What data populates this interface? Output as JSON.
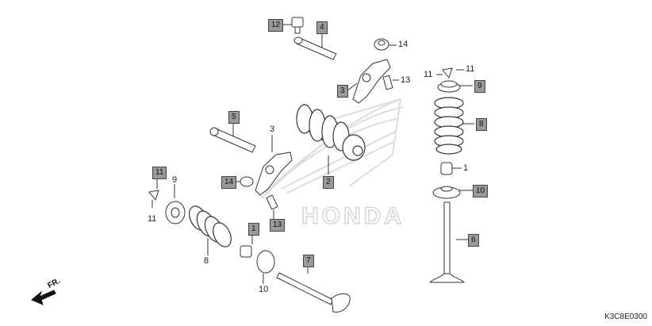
{
  "watermark": "HONDA",
  "direction_label": "FR.",
  "diagram_code": "K3C8E0300",
  "callouts": [
    {
      "id": "c12",
      "text": "12",
      "boxed": true
    },
    {
      "id": "c4",
      "text": "4",
      "boxed": true
    },
    {
      "id": "c14a",
      "text": "14",
      "boxed": false
    },
    {
      "id": "c11a",
      "text": "11",
      "boxed": false
    },
    {
      "id": "c11b",
      "text": "11",
      "boxed": false
    },
    {
      "id": "c3a",
      "text": "3",
      "boxed": true
    },
    {
      "id": "c13a",
      "text": "13",
      "boxed": false
    },
    {
      "id": "c9a",
      "text": "9",
      "boxed": true
    },
    {
      "id": "c8a",
      "text": "8",
      "boxed": true
    },
    {
      "id": "c5",
      "text": "5",
      "boxed": true
    },
    {
      "id": "c3b",
      "text": "3",
      "boxed": false
    },
    {
      "id": "c2",
      "text": "2",
      "boxed": true
    },
    {
      "id": "c1a",
      "text": "1",
      "boxed": false
    },
    {
      "id": "c10a",
      "text": "10",
      "boxed": true
    },
    {
      "id": "c11c",
      "text": "11",
      "boxed": true
    },
    {
      "id": "c9b",
      "text": "9",
      "boxed": false
    },
    {
      "id": "c14b",
      "text": "14",
      "boxed": true
    },
    {
      "id": "c11d",
      "text": "11",
      "boxed": false
    },
    {
      "id": "c13b",
      "text": "13",
      "boxed": true
    },
    {
      "id": "c1b",
      "text": "1",
      "boxed": true
    },
    {
      "id": "c6",
      "text": "6",
      "boxed": true
    },
    {
      "id": "c8b",
      "text": "8",
      "boxed": false
    },
    {
      "id": "c7",
      "text": "7",
      "boxed": true
    },
    {
      "id": "c10b",
      "text": "10",
      "boxed": false
    }
  ]
}
